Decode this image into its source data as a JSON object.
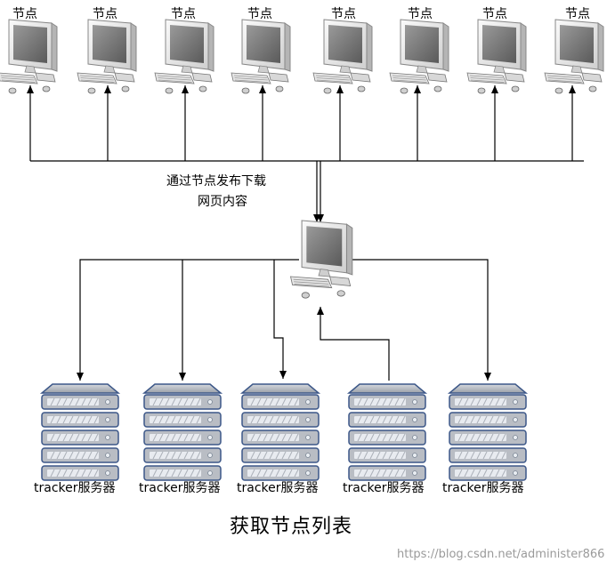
{
  "nodes": [
    {
      "label": "节点"
    },
    {
      "label": "节点"
    },
    {
      "label": "节点"
    },
    {
      "label": "节点"
    },
    {
      "label": "节点"
    },
    {
      "label": "节点"
    },
    {
      "label": "节点"
    },
    {
      "label": "节点"
    }
  ],
  "caption": {
    "line1": "通过节点发布下载",
    "line2": "网页内容"
  },
  "servers": [
    {
      "label": "tracker服务器"
    },
    {
      "label": "tracker服务器"
    },
    {
      "label": "tracker服务器"
    },
    {
      "label": "tracker服务器"
    },
    {
      "label": "tracker服务器"
    }
  ],
  "title": "获取节点列表",
  "watermark": "https://blog.csdn.net/administer866",
  "colors": {
    "line": "#000000",
    "monitor_bezel": "#e9e9e9",
    "monitor_screen": "#6f6f6f",
    "server_body": "#b9bdc4",
    "server_slot": "#e8ebf0",
    "server_edge": "#3c5788"
  }
}
